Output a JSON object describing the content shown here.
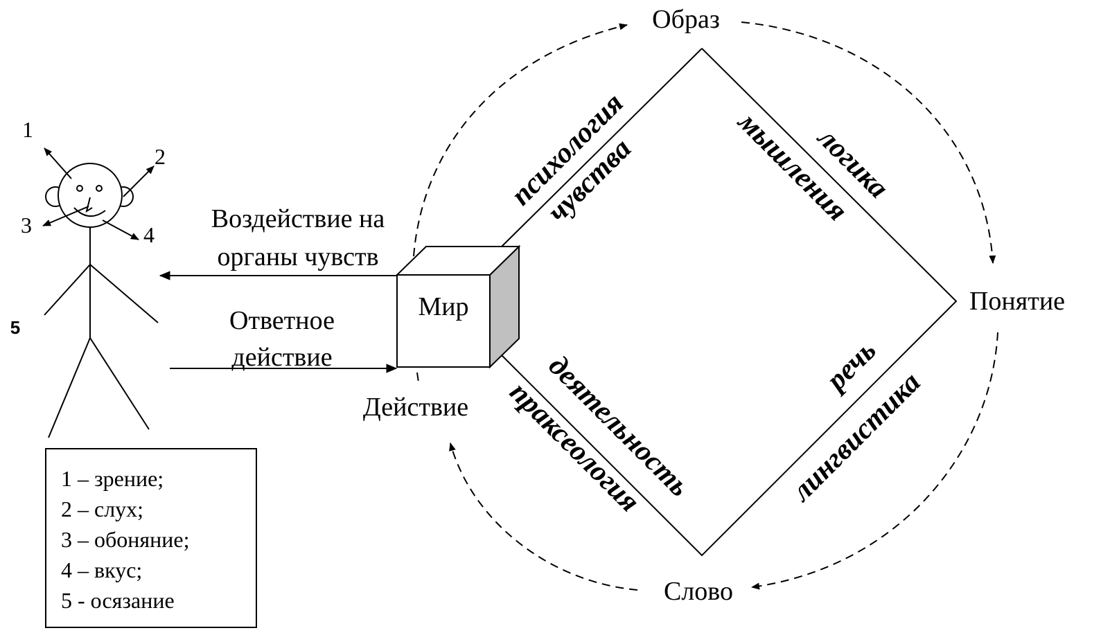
{
  "nodes": {
    "image": "Образ",
    "concept": "Понятие",
    "word": "Слово",
    "action": "Действие",
    "world": "Мир"
  },
  "arrows": {
    "impact_line1": "Воздействие на",
    "impact_line2": "органы чувств",
    "response_line1": "Ответное",
    "response_line2": "действие"
  },
  "fields": {
    "psychology": "психология",
    "feelings": "чувства",
    "logic": "логика",
    "thinking": "мышления",
    "activity": "деятельность",
    "praxeology": "праксеология",
    "speech": "речь",
    "linguistics": "лингвистика"
  },
  "senses": {
    "n1": "1",
    "n2": "2",
    "n3": "3",
    "n4": "4",
    "n5": "5"
  },
  "legend": {
    "items": [
      "1 – зрение;",
      "2 – слух;",
      "3 – обоняние;",
      "4 – вкус;",
      "5 - осязание"
    ]
  }
}
